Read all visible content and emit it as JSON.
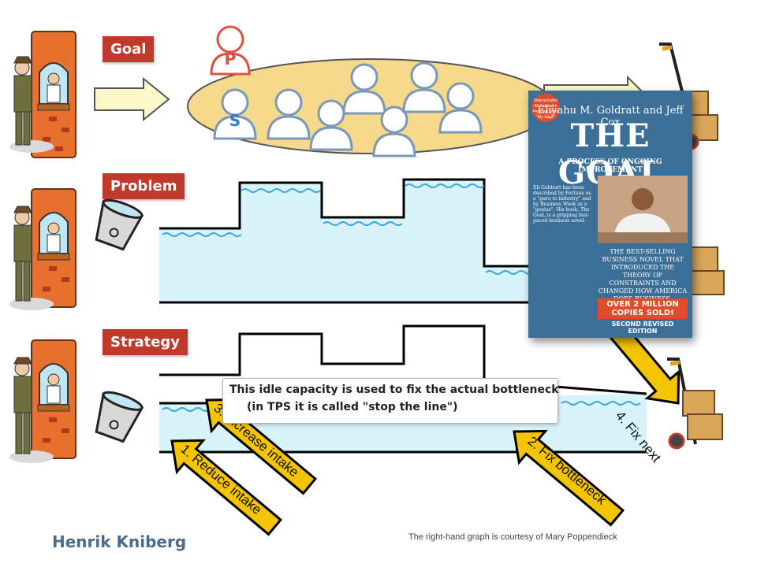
{
  "labels": {
    "goal": "Goal",
    "problem": "Problem",
    "strategy": "Strategy"
  },
  "people": {
    "p_letter": "P",
    "s_letter": "S"
  },
  "callout": {
    "line1": "This idle capacity is used to fix the actual bottleneck",
    "line2": "(in TPS it is called \"stop the line\")"
  },
  "steps": {
    "step1": "1. Reduce intake",
    "step2": "2. Fix bottleneck",
    "step3": "3. Increase intake",
    "step4": "4. Fix next"
  },
  "book": {
    "author": "Eliyahu M. Goldratt and Jeff Cox",
    "title": "THE GOAL",
    "subtitle": "A PROCESS OF ONGOING IMPROVEMENT",
    "badge": "Now includes Eli Goldratt's Personal Story \"My Saga\"",
    "blurb": "Eli Goldratt has been described by Fortune as a \"guru to industry\" and by Business Week as a \"genius\". His book, The Goal, is a gripping fast-paced business novel.",
    "description": "THE BEST-SELLING BUSINESS NOVEL THAT INTRODUCED THE THEORY OF CONSTRAINTS AND CHANGED HOW AMERICA DOES BUSINESS.",
    "sales": "OVER 2 MILLION COPIES SOLD!",
    "edition": "SECOND REVISED EDITION"
  },
  "footer": {
    "author": "Henrik Kniberg",
    "credit": "The right-hand graph is courtesy of Mary Poppendieck"
  },
  "colors": {
    "tag_red": "#c0392b",
    "arrow_yellow": "#f5c400",
    "water_blue": "#d9f3fa",
    "wave_blue": "#3aa6e0",
    "ellipse_fill": "#f6d98a",
    "door_orange": "#e8702e"
  }
}
